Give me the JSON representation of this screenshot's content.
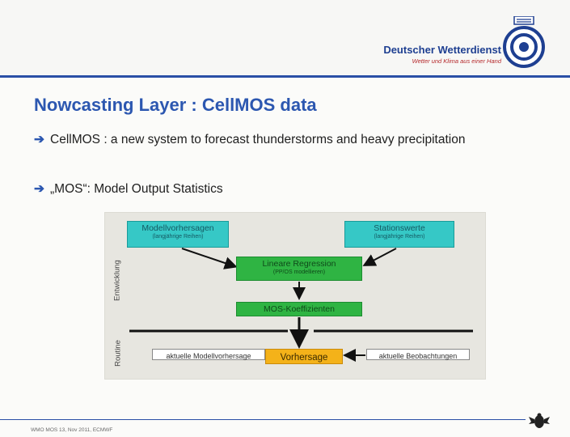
{
  "header": {
    "org_name": "Deutscher Wetterdienst",
    "org_tagline": "Wetter und Klima aus einer Hand",
    "logo_icon": "dwd-swirl-logo-icon",
    "rule_color": "#2a4fa6"
  },
  "slide": {
    "title": "Nowcasting Layer : CellMOS data",
    "title_color": "#2c57b0",
    "bullets": [
      "CellMOS : a new system to forecast thunderstorms and heavy precipitation",
      "„MOS“: Model Output Statistics"
    ],
    "bullet_icon": "arrow-right-icon"
  },
  "diagram": {
    "boxes": {
      "modell": {
        "label": "Modellvorhersagen",
        "sub": "(langjährige Reihen)"
      },
      "station": {
        "label": "Stationswerte",
        "sub": "(langjährige Reihen)"
      },
      "regression": {
        "label": "Lineare Regression",
        "sub": "(PP/OS modellieren)"
      },
      "koeff": {
        "label": "MOS-Koeffizienten"
      },
      "vorhersage": {
        "label": "Vorhersage"
      },
      "akt_modell": {
        "label": "aktuelle Modellvorhersage"
      },
      "akt_beob": {
        "label": "aktuelle Beobachtungen"
      }
    },
    "phase_labels": {
      "development": "Entwicklung",
      "routine": "Routine"
    },
    "colors": {
      "cyan": "#36c8c6",
      "green": "#2fb443",
      "orange": "#f4b219"
    }
  },
  "footer": {
    "text": "WMO MOS 13, Nov 2011, ECMWF",
    "emblem_icon": "federal-eagle-icon"
  }
}
